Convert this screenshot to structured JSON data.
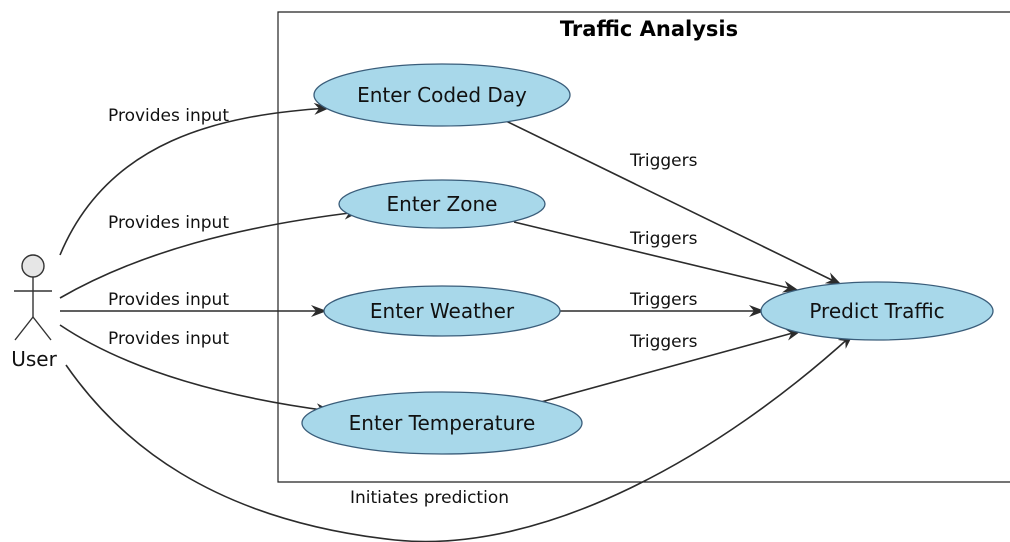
{
  "colors": {
    "usecase_fill": "#a8d8ea",
    "usecase_stroke": "#3a5d7a",
    "actor_head_fill": "#e6e6e6",
    "line": "#2b2b2b",
    "boundary_stroke": "#222222"
  },
  "boundary": {
    "title": "Traffic Analysis"
  },
  "actor": {
    "label": "User"
  },
  "use_cases": {
    "coded_day": "Enter Coded Day",
    "zone": "Enter Zone",
    "weather": "Enter Weather",
    "temperature": "Enter Temperature",
    "predict": "Predict Traffic"
  },
  "edges": {
    "provides_input_1": "Provides input",
    "provides_input_2": "Provides input",
    "provides_input_3": "Provides input",
    "provides_input_4": "Provides input",
    "triggers_1": "Triggers",
    "triggers_2": "Triggers",
    "triggers_3": "Triggers",
    "triggers_4": "Triggers",
    "initiates": "Initiates prediction"
  }
}
